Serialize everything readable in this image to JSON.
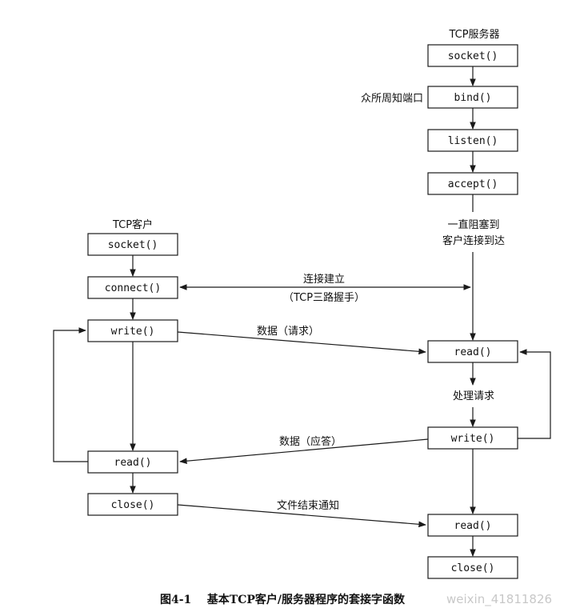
{
  "server": {
    "title": "TCP服务器",
    "calls": [
      "socket()",
      "bind()",
      "listen()",
      "accept()",
      "read()",
      "write()",
      "read()",
      "close()"
    ],
    "bind_note": "众所周知端口",
    "block_note_line1": "一直阻塞到",
    "block_note_line2": "客户连接到达",
    "process_note": "处理请求"
  },
  "client": {
    "title": "TCP客户",
    "calls": [
      "socket()",
      "connect()",
      "write()",
      "read()",
      "close()"
    ]
  },
  "arrows": {
    "connect_line1": "连接建立",
    "connect_line2": "（TCP三路握手）",
    "request": "数据（请求）",
    "reply": "数据（应答）",
    "eof": "文件结束通知"
  },
  "caption": "图4-1    基本TCP客户/服务器程序的套接字函数",
  "watermark": "weixin_41811826"
}
